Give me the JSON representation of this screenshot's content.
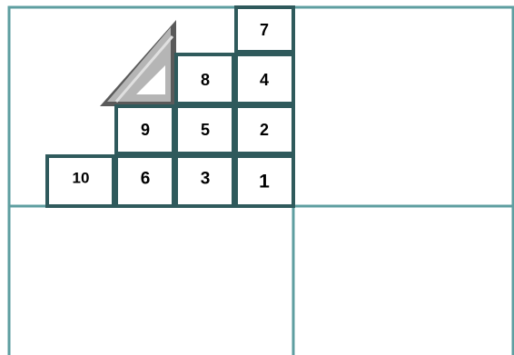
{
  "colors": {
    "frame": "#5e9ea0",
    "box_border": "#2f5a5c",
    "triangle_dark": "#5a5a5a",
    "triangle_light": "#b5b5b5",
    "background": "#ffffff"
  },
  "boxes": [
    {
      "label": "7"
    },
    {
      "label": "8"
    },
    {
      "label": "4"
    },
    {
      "label": "9"
    },
    {
      "label": "5"
    },
    {
      "label": "2"
    },
    {
      "label": "10"
    },
    {
      "label": "6"
    },
    {
      "label": "3"
    },
    {
      "label": "1"
    }
  ]
}
